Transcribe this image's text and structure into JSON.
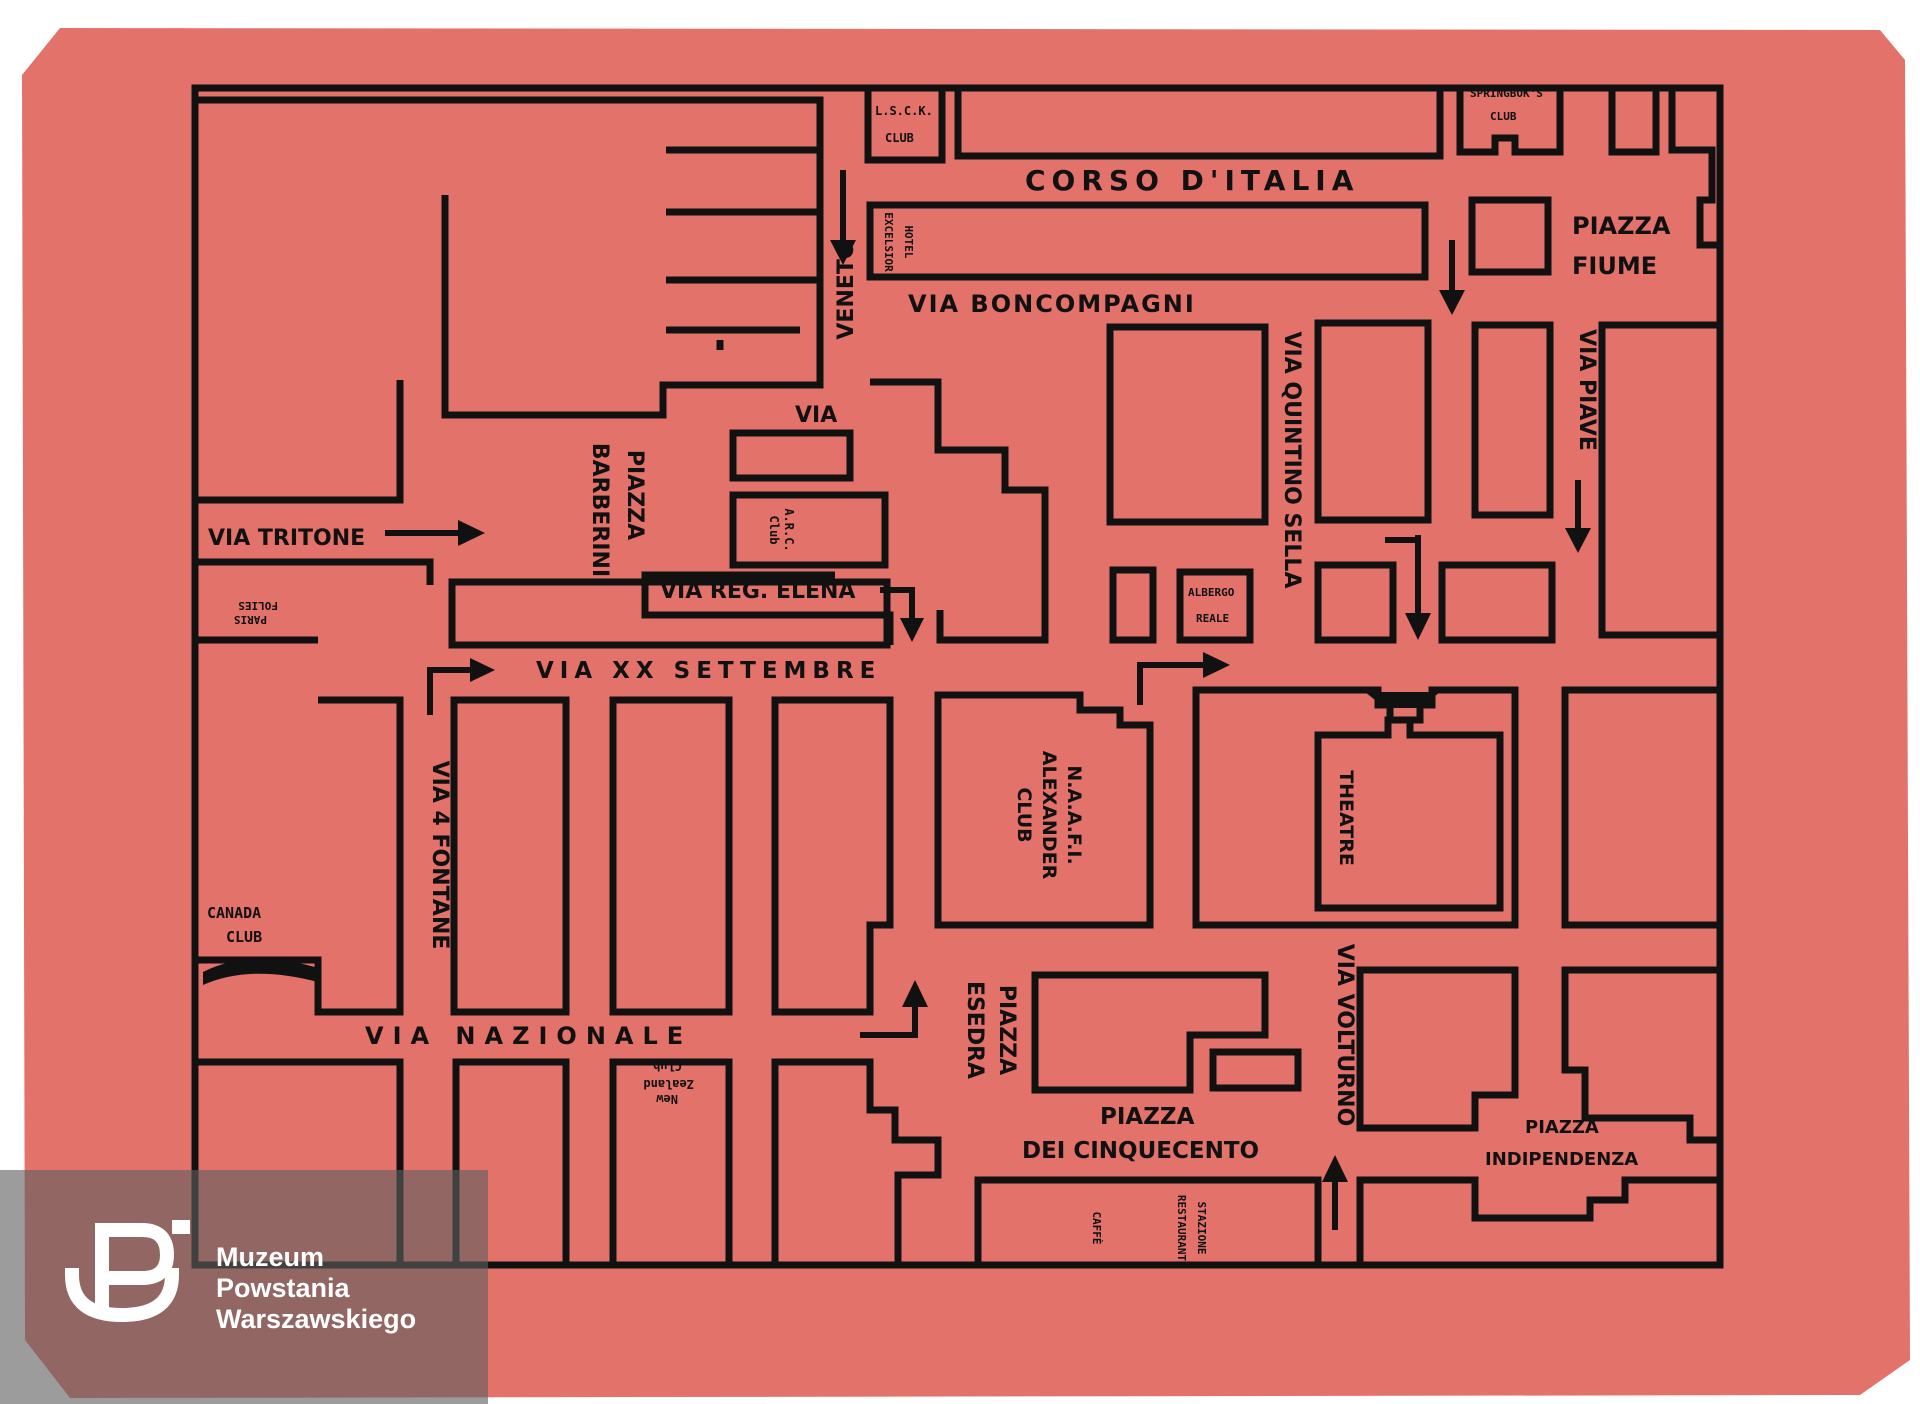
{
  "map": {
    "paper_color": "#E2726A",
    "ink_color": "#111111",
    "streets": {
      "corso_italia": "CORSO D'ITALIA",
      "via_boncompagni": "VIA BONCOMPAGNI",
      "via": "VIA",
      "veneto": "VENETO",
      "via_tritone": "VIA TRITONE",
      "piazza": "PIAZZA",
      "barberini": "BARBERINI",
      "via_reg_elena": "VIA REG. ELENA",
      "via_xx_settembre": "VIA XX SETTEMBRE",
      "via_4_fontane": "VIA 4 FONTANE",
      "via_nazionale": "VIA NAZIONALE",
      "via_quintino_sella": "VIA QUINTINO SELLA",
      "via_piave": "VIA PIAVE",
      "via_volturno": "VIA VOLTURNO",
      "piazza_fiume_1": "PIAZZA",
      "piazza_fiume_2": "FIUME",
      "piazza_esedra_1": "PIAZZA",
      "piazza_esedra_2": "ESEDRA",
      "piazza_cinquecento_1": "PIAZZA",
      "piazza_cinquecento_2": "DEI CINQUECENTO",
      "piazza_indipendenza_1": "PIAZZA",
      "piazza_indipendenza_2": "INDIPENDENZA"
    },
    "places": {
      "lsck_1": "L.S.C.K.",
      "lsck_2": "CLUB",
      "springbok_1": "SPRINGBOK'S",
      "springbok_2": "CLUB",
      "hotel": "HOTEL",
      "excelsior": "EXCELSIOR",
      "arc_1": "A.R.C.",
      "arc_2": "Club",
      "albergo_1": "ALBERGO",
      "albergo_2": "REALE",
      "naafi_1": "N.A.A.F.I.",
      "naafi_2": "ALEXANDER",
      "naafi_3": "CLUB",
      "theatre": "THEATRE",
      "canada_1": "CANADA",
      "canada_2": "CLUB",
      "folies_1": "FOLIES",
      "folies_2": "PARIS",
      "nz_1": "New",
      "nz_2": "Zealand",
      "nz_3": "Club",
      "stazione": "STAZIONE",
      "restaurant": "RESTAURANT",
      "caffe": "CAFFÈ"
    }
  },
  "watermark": {
    "line1": "Muzeum",
    "line2": "Powstania",
    "line3": "Warszawskiego",
    "logo_icon": "anchor-kotwica-icon"
  }
}
